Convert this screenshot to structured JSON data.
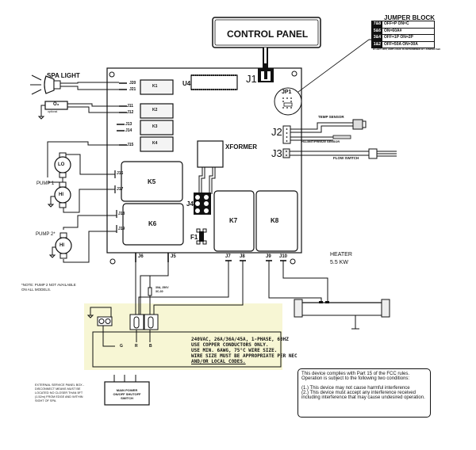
{
  "control_panel": {
    "label": "CONTROL PANEL"
  },
  "jumper_block": {
    "title": "JUMPER BLOCK",
    "rows": [
      {
        "pins": "7&8",
        "setting": "OFF=P ON=C"
      },
      {
        "pins": "5&6",
        "setting": "ON=60A#"
      },
      {
        "pins": "3&4",
        "setting": "OFF=1P ON=2P"
      },
      {
        "pins": "1&2",
        "setting": "OFF=50A ON=30A"
      }
    ],
    "footnote": "IF LEFT OFF, AMP LOGIC IS DETERMINED BY JUMPER 5&6"
  },
  "board": {
    "connectors": {
      "j1": "J1",
      "j2": "J2",
      "j3": "J3",
      "j4": "J4",
      "j5": "J5",
      "j6": "J6",
      "j7": "J7",
      "j8": "J8",
      "j9": "J9",
      "j10": "J10",
      "j11": "J11",
      "j12": "J12",
      "j13": "J13",
      "j14": "J14",
      "j15": "J15",
      "j16": "J16",
      "j17": "J17",
      "j18": "J18",
      "j19": "J19",
      "j20": "J20",
      "j21": "J21"
    },
    "relays": {
      "k1": "K1",
      "k2": "K2",
      "k3": "K3",
      "k4": "K4",
      "k5": "K5",
      "k6": "K6",
      "k7": "K7",
      "k8": "K8"
    },
    "u4": "U4",
    "jp1": "JP1",
    "xformer": "XFORMER",
    "fuse": "F1"
  },
  "components": {
    "spa_light": "SPA LIGHT",
    "ozone": "O₃",
    "ozone_note": "optional",
    "pump1": "PUMP 1",
    "pump2": "PUMP 2*",
    "motor_lo": "LO",
    "motor_hi": "HI",
    "temp_sensor": "TEMP SENSOR",
    "hilimit_sensor": "HI-LIMIT/FREEZE SENSOR",
    "flow_switch": "FLOW SWITCH",
    "heater": "HEATER",
    "heater_power": "5.5 KW",
    "fuse_rating_1": "30A, 250V",
    "fuse_rating_2": "3C-30"
  },
  "notes": {
    "pump2_note_1": "*NOTE: PUMP 2 NOT AVAILABLE",
    "pump2_note_2": "ON ALL MODELS."
  },
  "terminal": {
    "g": "G",
    "r": "R",
    "b": "B",
    "spec": [
      "240VAC, 26A/36A/45A, 1-PHASE, 60HZ",
      "USE COPPER CONDUCTORS ONLY.",
      "USE MIN. 6AWG, 75°C WIRE SIZE.",
      "WIRE SIZE MUST BE APPROPRIATE PER NEC",
      "AND/OR LOCAL CODES."
    ]
  },
  "service_panel": {
    "note": [
      "EXTERNAL SERVICE PANEL BOX -",
      "DISCONNECT MEANS MUST BE",
      "LOCATED NO CLOSER THAN 5FT",
      "(1.52m) FROM EDGE AND WITHIN",
      "SIGHT OF SPA."
    ],
    "switch": [
      "MAIN POWER",
      "ON/OFF SHUTOFF",
      "SWITCH"
    ]
  },
  "fcc": {
    "intro": "This device complies with Part 15 of the FCC rules. Operation is subject to the following two conditions:",
    "cond1": "(1.) This device may not cause harmful interference",
    "cond2": "(2.) This device must accept any interference received including interference that may cause undesired operation."
  },
  "colors": {
    "highlight": "#f7f6d4",
    "ink": "#111111"
  }
}
